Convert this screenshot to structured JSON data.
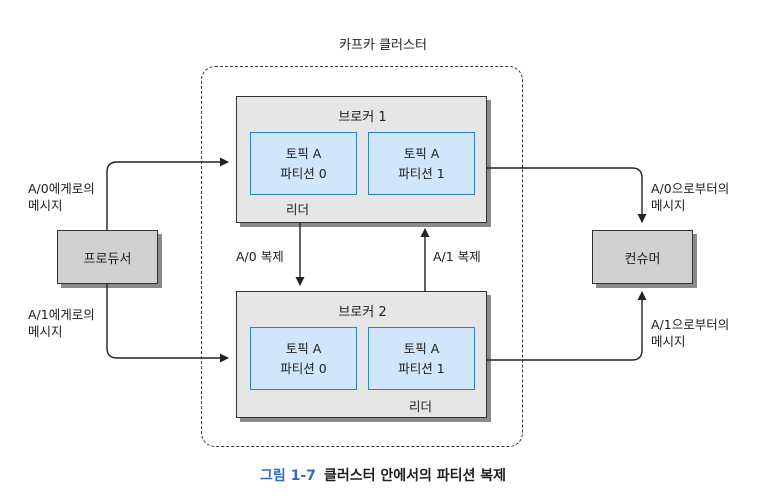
{
  "cluster": {
    "title": "카프카 클러스터"
  },
  "broker1": {
    "title": "브로커 1",
    "partition_a0": {
      "line1": "토픽 A",
      "line2": "파티션 0"
    },
    "partition_a1": {
      "line1": "토픽 A",
      "line2": "파티션 1"
    },
    "leader_label": "리더"
  },
  "broker2": {
    "title": "브로커 2",
    "partition_a0": {
      "line1": "토픽 A",
      "line2": "파티션 0"
    },
    "partition_a1": {
      "line1": "토픽 A",
      "line2": "파티션 1"
    },
    "leader_label": "리더"
  },
  "producer": {
    "label": "프로듀서"
  },
  "consumer": {
    "label": "컨슈머"
  },
  "labels": {
    "to_a0_line1": "A/0에게로의",
    "to_a0_line2": "메시지",
    "to_a1_line1": "A/1에게로의",
    "to_a1_line2": "메시지",
    "from_a0_line1": "A/0으로부터의",
    "from_a0_line2": "메시지",
    "from_a1_line1": "A/1으로부터의",
    "from_a1_line2": "메시지",
    "a0_replication": "A/0 복제",
    "a1_replication": "A/1 복제"
  },
  "caption": {
    "number": "그림 1-7",
    "text": "클러스터 안에서의 파티션 복제"
  },
  "colors": {
    "partition_fill": "#cfe6fb",
    "partition_border": "#2e7fd0",
    "broker_fill": "#e6e6e6",
    "node_fill": "#d0d0d0",
    "caption_accent": "#2b6cc4"
  }
}
